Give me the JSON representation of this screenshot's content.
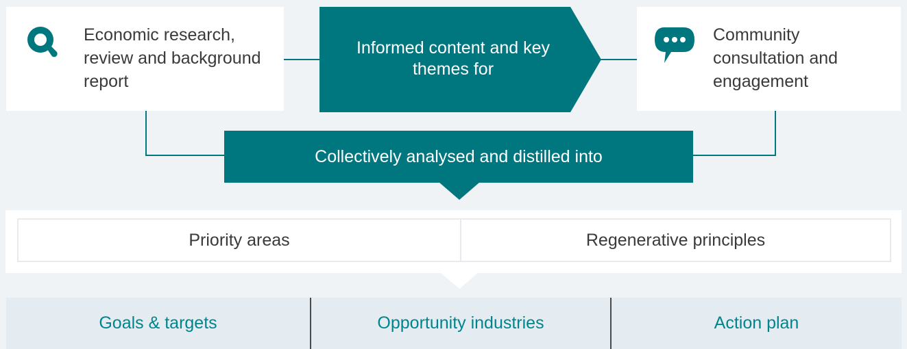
{
  "sources": {
    "left": {
      "text": "Economic research, review and background report",
      "icon": "search-icon"
    },
    "right": {
      "text": "Community consultation and engagement",
      "icon": "chat-bubble-icon"
    }
  },
  "flow": {
    "arrow_label": "Informed content and key themes for",
    "analysis_label": "Collectively analysed and distilled into"
  },
  "priority_row": {
    "items": [
      "Priority areas",
      "Regenerative principles"
    ]
  },
  "outcomes_row": {
    "items": [
      "Goals & targets",
      "Opportunity industries",
      "Action plan"
    ]
  },
  "colors": {
    "teal": "#00767f",
    "outcome_text": "#00858d",
    "background": "#f0f3f6"
  }
}
